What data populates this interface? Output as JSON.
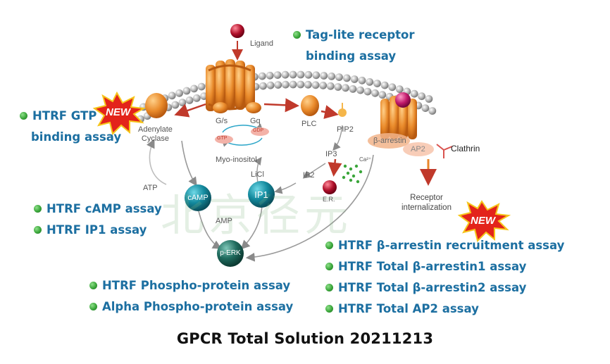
{
  "diagram": {
    "ligand": "Ligand",
    "g_s": "G/s",
    "g_q": "Gq",
    "gtp": "GTP",
    "gdp": "GDP",
    "adenylate_cyclase": "Adenylate\nCyclase",
    "plc": "PLC",
    "pip2": "PIP2",
    "b_arrestin": "β-arrestin",
    "ap2": "AP2",
    "clathrin": "Clathrin",
    "myo_inositol": "Myo-inositol",
    "atp": "ATP",
    "licl": "LiCl",
    "ip3": "IP3",
    "ip2": "IP2",
    "ca": "Ca²⁺",
    "er": "E.R.",
    "camp": "cAMP",
    "ip1": "IP1",
    "amp": "AMP",
    "perk": "p-ERK",
    "receptor_internalization": "Receptor\ninternalization",
    "new_badge": "NEW",
    "watermark": "北京径元"
  },
  "assays": {
    "tag_lite": "Tag-lite receptor\nbinding assay",
    "gtp_binding_1": "HTRF GTP",
    "gtp_binding_2": "binding assay",
    "camp": "HTRF cAMP assay",
    "ip1": "HTRF IP1 assay",
    "phospho_htrf": "HTRF Phospho-protein assay",
    "phospho_alpha": "Alpha Phospho-protein assay",
    "b_arrestin_recruit": "HTRF β-arrestin recruitment assay",
    "total_b_arrestin1": "HTRF Total β-arrestin1 assay",
    "total_b_arrestin2": "HTRF Total β-arrestin2 assay",
    "total_ap2": "HTRF Total AP2 assay"
  },
  "footer": "GPCR Total Solution 20211213",
  "colors": {
    "assay_text": "#1c6fa1",
    "bullet": "#3aa63a",
    "receptor": "#d97a1e",
    "arrow": "#c0392b",
    "node": "#138a9e"
  }
}
